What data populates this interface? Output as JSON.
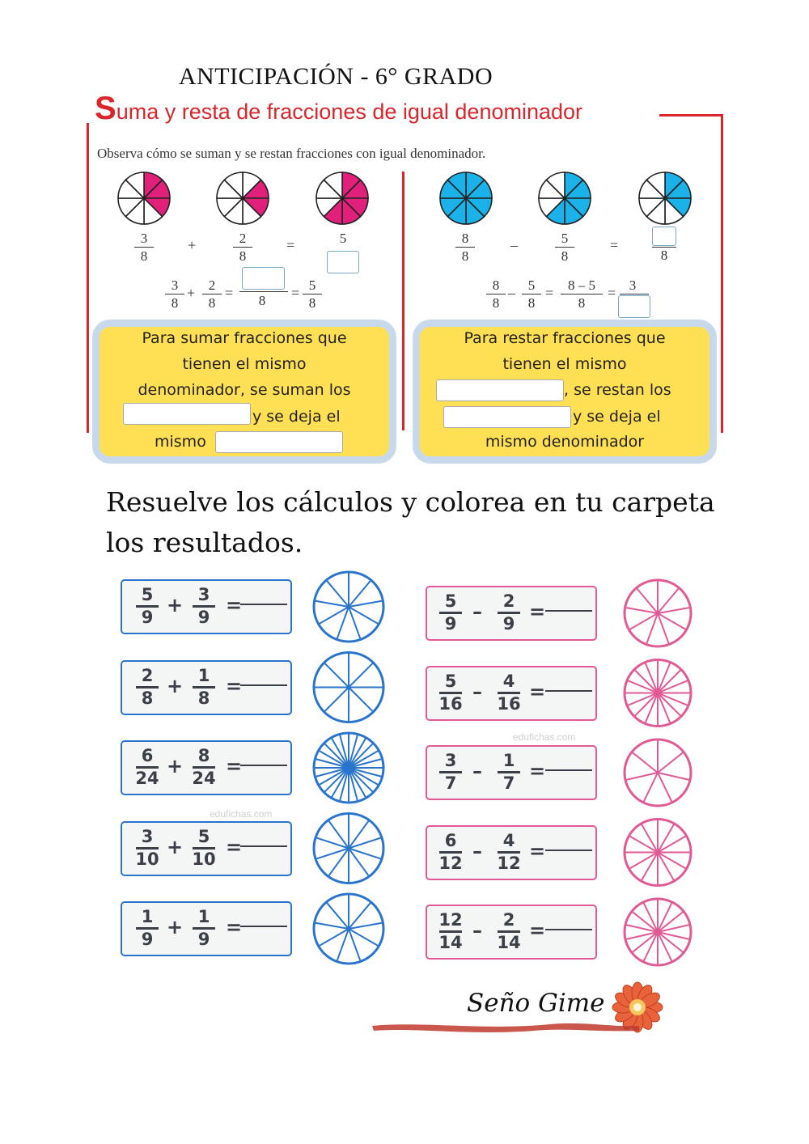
{
  "header": {
    "title": "ANTICIPACIÓN - 6° GRADO",
    "subtitle_initial": "S",
    "subtitle_rest": "uma y resta de fracciones de igual denominador"
  },
  "example": {
    "intro": "Observa cómo se suman y se restan fracciones con igual denominador.",
    "addition": {
      "first": {
        "num": "3",
        "den": "8"
      },
      "plus": "+",
      "second": {
        "num": "2",
        "den": "8"
      },
      "equals": "=",
      "result_num": "5",
      "result_den": "",
      "line2_first": {
        "num": "3",
        "den": "8"
      },
      "line2_second": {
        "num": "2",
        "den": "8"
      },
      "line2_den": "8",
      "line2_result": {
        "num": "5",
        "den": "8"
      },
      "color": "#e0207a"
    },
    "subtraction": {
      "first": {
        "num": "8",
        "den": "8"
      },
      "minus": "–",
      "second": {
        "num": "5",
        "den": "8"
      },
      "equals": "=",
      "result_den": "8",
      "line2_first": {
        "num": "8",
        "den": "8"
      },
      "line2_second": {
        "num": "5",
        "den": "8"
      },
      "line2_mid": {
        "num": "8 – 5",
        "den": "8"
      },
      "line2_result_num": "3",
      "color": "#1ab2e8"
    }
  },
  "rules": {
    "add": {
      "line1": "Para sumar fracciones que",
      "line2": "tienen el mismo",
      "line3": "denominador, se suman los",
      "line4": "y se deja el",
      "line5": "mismo"
    },
    "sub": {
      "line1": "Para restar fracciones que",
      "line2": "tienen el mismo",
      "line3": ", se restan los",
      "line4": "y se deja el",
      "line5": "mismo denominador"
    }
  },
  "instruction": "Resuelve los cálculos y colorea en tu carpeta los resultados.",
  "exercises": {
    "addition": [
      {
        "a": "5",
        "b": "3",
        "den": "9",
        "op": "+",
        "eq": "="
      },
      {
        "a": "2",
        "b": "1",
        "den": "8",
        "op": "+",
        "eq": "="
      },
      {
        "a": "6",
        "b": "8",
        "den": "24",
        "op": "+",
        "eq": "="
      },
      {
        "a": "3",
        "b": "5",
        "den": "10",
        "op": "+",
        "eq": "="
      },
      {
        "a": "1",
        "b": "1",
        "den": "9",
        "op": "+",
        "eq": "="
      }
    ],
    "subtraction": [
      {
        "a": "5",
        "b": "2",
        "den": "9",
        "op": "–",
        "eq": "="
      },
      {
        "a": "5",
        "b": "4",
        "den": "16",
        "op": "–",
        "eq": "="
      },
      {
        "a": "3",
        "b": "1",
        "den": "7",
        "op": "–",
        "eq": "="
      },
      {
        "a": "6",
        "b": "4",
        "den": "12",
        "op": "–",
        "eq": "="
      },
      {
        "a": "12",
        "b": "2",
        "den": "14",
        "op": "–",
        "eq": "="
      }
    ],
    "add_color": "#2a74cc",
    "sub_color": "#e05a95"
  },
  "watermarks": [
    "edufichas.com",
    "edufichas.com"
  ],
  "signature": "Seño Gime"
}
